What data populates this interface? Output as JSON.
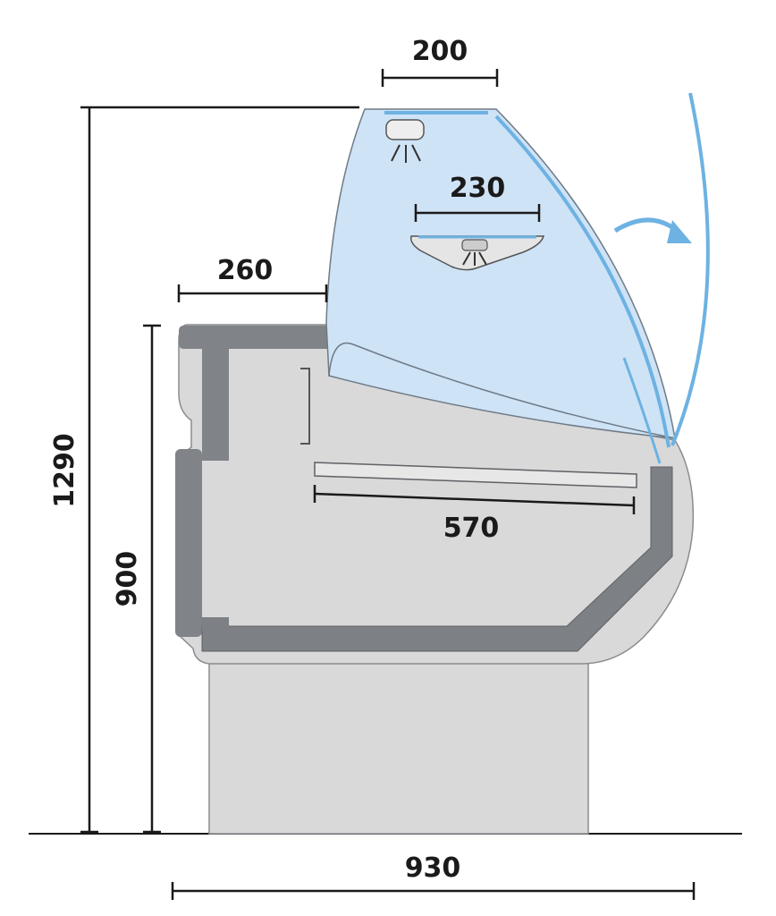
{
  "colors": {
    "glass": "#cfe3f7",
    "glass_edge": "#6db2e2",
    "cabinet": "#d9d9da",
    "cabinet_outline": "#8a8c8f",
    "liner": "#7d8084",
    "ink": "#1a1a1a"
  },
  "dimensions": {
    "top_width": "200",
    "shelf_width": "230",
    "rear_depth": "260",
    "total_height": "1290",
    "counter_height": "900",
    "tray_width": "570",
    "total_depth": "930"
  }
}
